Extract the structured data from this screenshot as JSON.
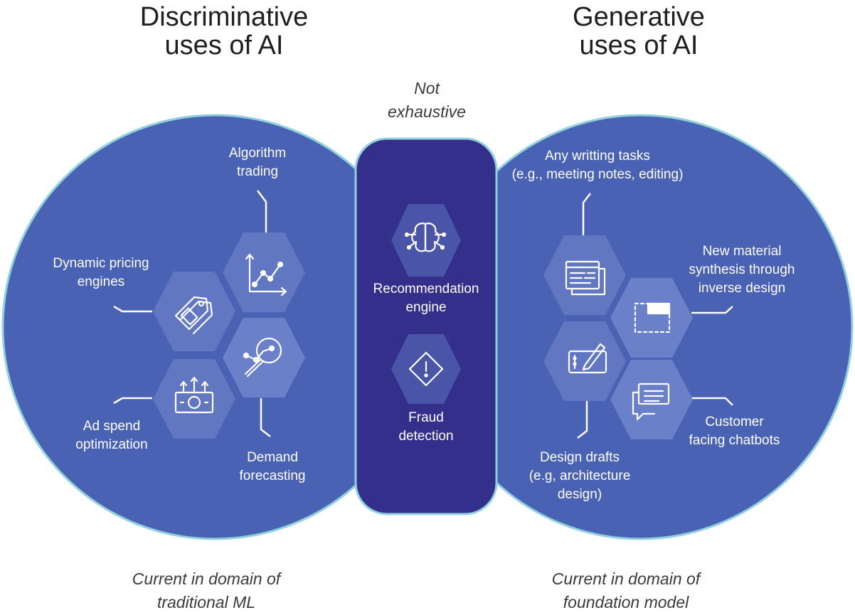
{
  "titles": {
    "left": [
      "Discriminative",
      "uses of AI"
    ],
    "right": [
      "Generative",
      "uses of AI"
    ]
  },
  "center_note": [
    "Not",
    "exhaustive"
  ],
  "footers": {
    "left": [
      "Current in domain of",
      "traditional ML"
    ],
    "right": [
      "Current in domain of",
      "foundation model"
    ]
  },
  "discriminative_items": {
    "algorithm_trading": [
      "Algorithm",
      "trading"
    ],
    "dynamic_pricing": [
      "Dynamic pricing",
      "engines"
    ],
    "ad_spend": [
      "Ad spend",
      "optimization"
    ],
    "demand_forecasting": [
      "Demand",
      "forecasting"
    ]
  },
  "shared_items": {
    "recommendation": [
      "Recommendation",
      "engine"
    ],
    "fraud": [
      "Fraud",
      "detection"
    ]
  },
  "generative_items": {
    "writing": [
      "Any writting tasks",
      "(e.g., meeting notes, editing)"
    ],
    "material": [
      "New material",
      "synthesis through",
      "inverse design"
    ],
    "design": [
      "Design drafts",
      "(e.g, architecture",
      "design)"
    ],
    "chatbots": [
      "Customer",
      "facing chatbots"
    ]
  },
  "colors": {
    "circle_fill": "#4a62b3",
    "circle_stroke": "#8fd0dc",
    "center_fill": "#332f8a",
    "hex_fill": "#6277c2",
    "hex_fill_light": "#6a80c8",
    "icon_stroke": "#ffffff"
  },
  "icons": {
    "algorithm_trading": "line-chart-icon",
    "dynamic_pricing": "price-tag-icon",
    "ad_spend": "money-arrows-icon",
    "demand_forecasting": "magnifier-chart-icon",
    "recommendation": "brain-circuit-icon",
    "fraud": "warning-diamond-icon",
    "writing": "document-lines-icon",
    "material": "dashed-frame-icon",
    "design": "drawing-tablet-icon",
    "chatbots": "chat-bubbles-icon"
  }
}
